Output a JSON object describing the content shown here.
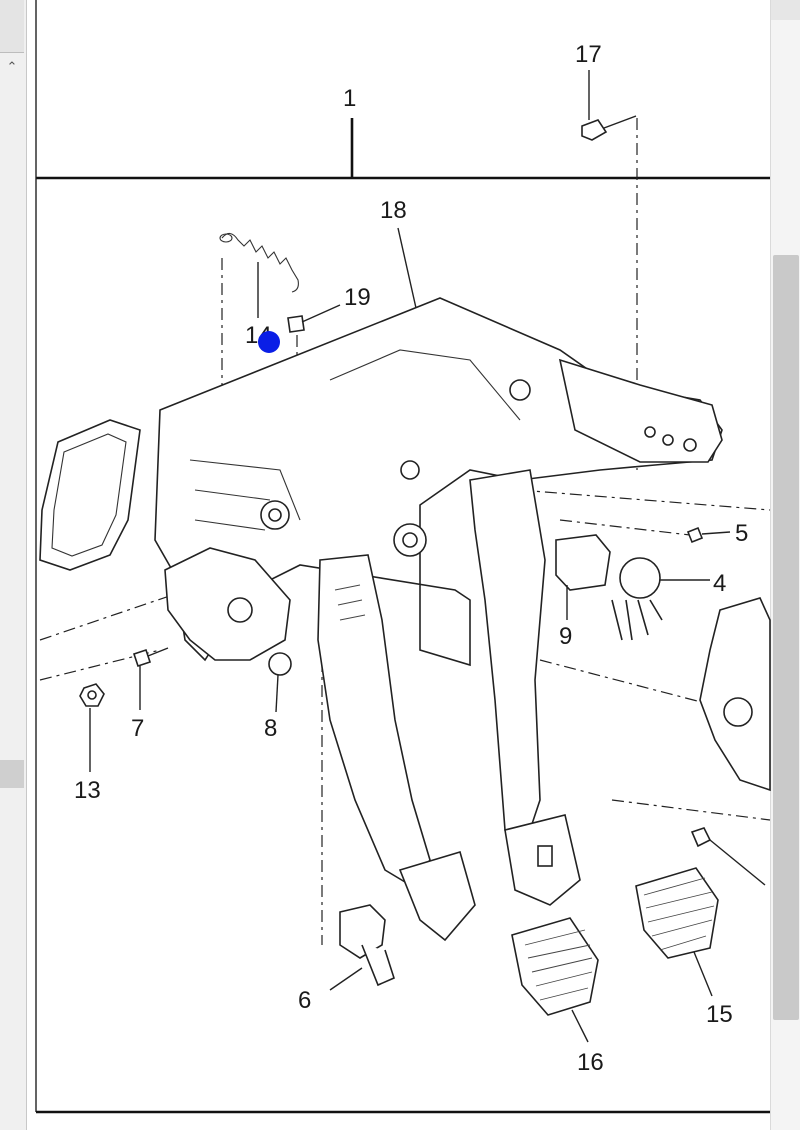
{
  "viewer": {
    "scroll_up_icon": "chevron-up-icon"
  },
  "diagram": {
    "callouts": {
      "c1": "1",
      "c4": "4",
      "c5": "5",
      "c6": "6",
      "c7": "7",
      "c8": "8",
      "c9": "9",
      "c13": "13",
      "c14": "14",
      "c15": "15",
      "c16": "16",
      "c17": "17",
      "c18": "18",
      "c19": "19"
    }
  },
  "cursor": {
    "color": "#0a1ee6"
  }
}
